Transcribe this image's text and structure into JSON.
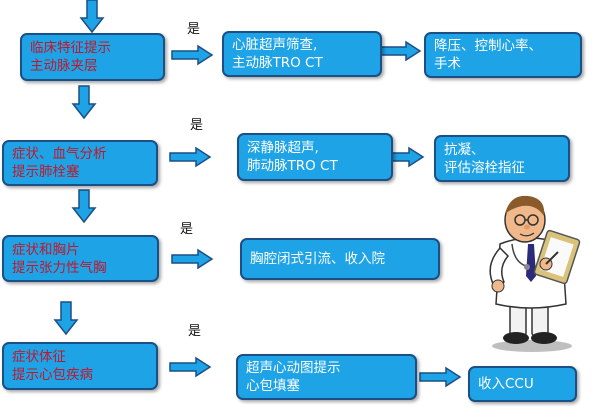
{
  "yes_label": "是",
  "rows": [
    {
      "left": [
        "临床特征提示",
        "主动脉夹层"
      ],
      "mid": [
        "心脏超声筛查,",
        "主动脉TRO CT"
      ],
      "right": [
        "降压、控制心率、",
        "手术"
      ]
    },
    {
      "left": [
        "症状、血气分析",
        "提示肺栓塞"
      ],
      "mid": [
        "深静脉超声,",
        "肺动脉TRO CT"
      ],
      "right": [
        "抗凝、",
        "评估溶栓指征"
      ]
    },
    {
      "left": [
        "症状和胸片",
        "提示张力性气胸"
      ],
      "mid": [
        "胸腔闭式引流、收入院"
      ]
    },
    {
      "left": [
        "症状体征",
        "提示心包疾病"
      ],
      "mid": [
        "超声心动图提示",
        "心包填塞"
      ],
      "right": [
        "收入CCU"
      ]
    }
  ],
  "colors": {
    "box_fill": "#1ea3e6",
    "box_border": "#1b4f86",
    "left_text": "#c0182b",
    "right_text": "#ffffff",
    "arrow": "#1ea3e6"
  },
  "icons": {
    "doctor": "cartoon-doctor-with-clipboard"
  }
}
